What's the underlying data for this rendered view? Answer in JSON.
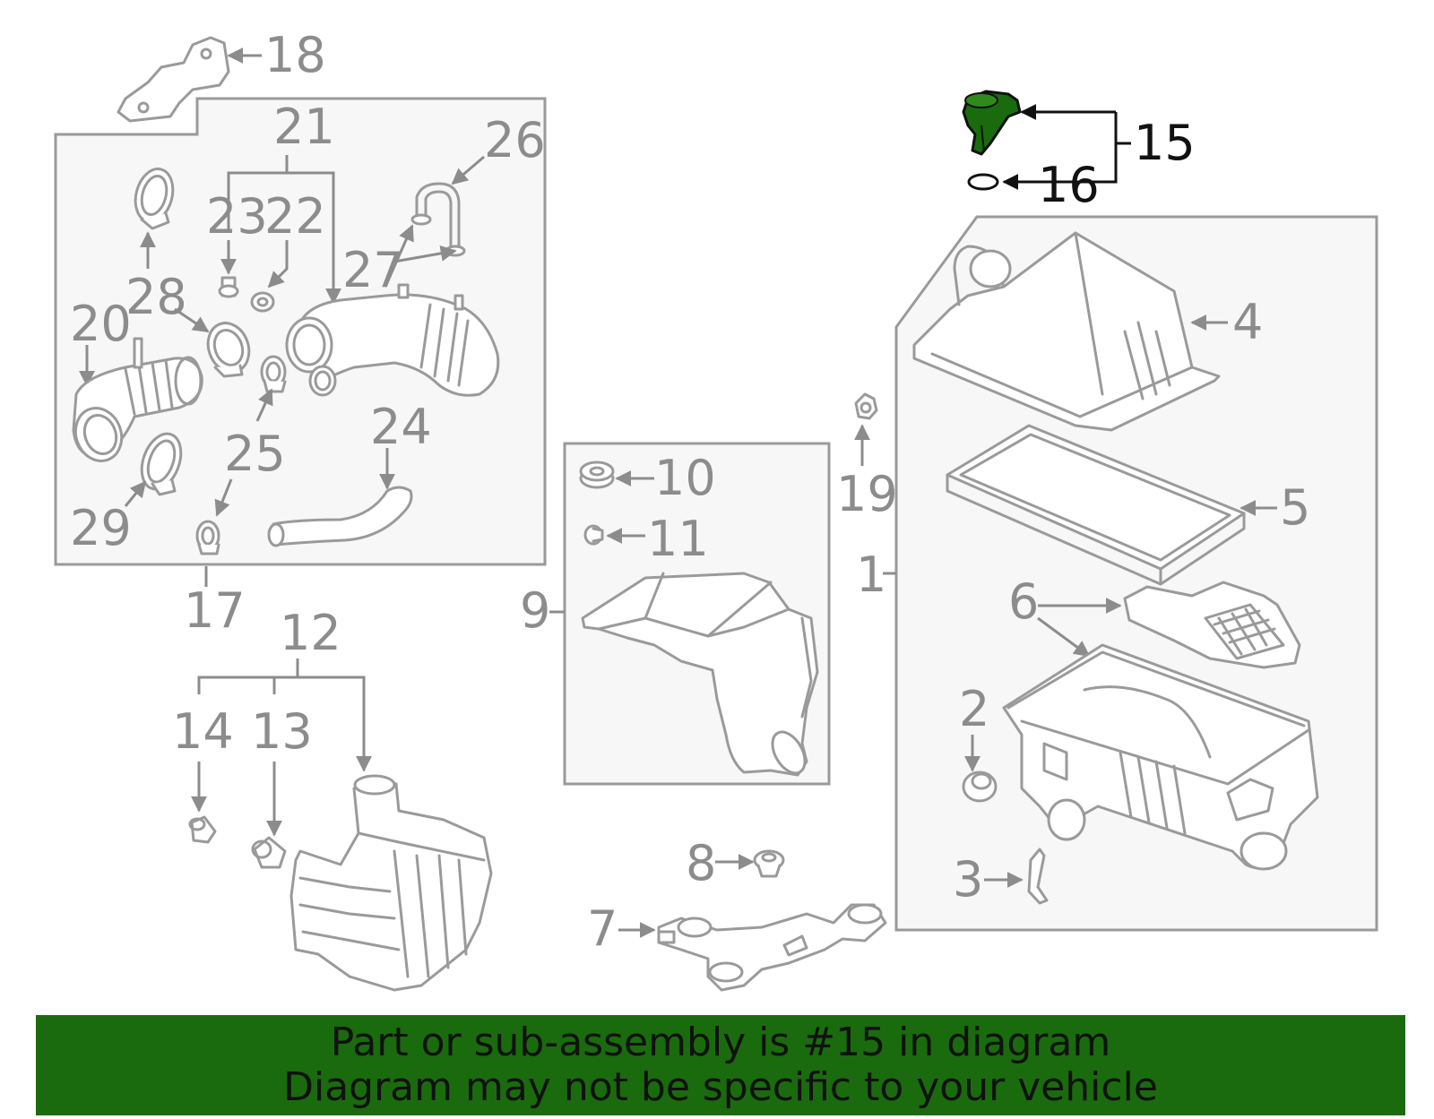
{
  "diagram": {
    "highlight_color": "#1a6b0d",
    "callouts": {
      "c1": "1",
      "c2": "2",
      "c3": "3",
      "c4": "4",
      "c5": "5",
      "c6": "6",
      "c7": "7",
      "c8": "8",
      "c9": "9",
      "c10": "10",
      "c11": "11",
      "c12": "12",
      "c13": "13",
      "c14": "14",
      "c15": "15",
      "c16": "16",
      "c17": "17",
      "c18": "18",
      "c19": "19",
      "c20": "20",
      "c21": "21",
      "c22": "22",
      "c23": "23",
      "c24": "24",
      "c25": "25",
      "c26": "26",
      "c27": "27",
      "c28": "28",
      "c29": "29"
    },
    "highlighted_part": "15"
  },
  "banner": {
    "line1": "Part or sub-assembly is #15 in diagram",
    "line2": "Diagram may not be specific to your vehicle",
    "background": "#1a6b0d"
  }
}
